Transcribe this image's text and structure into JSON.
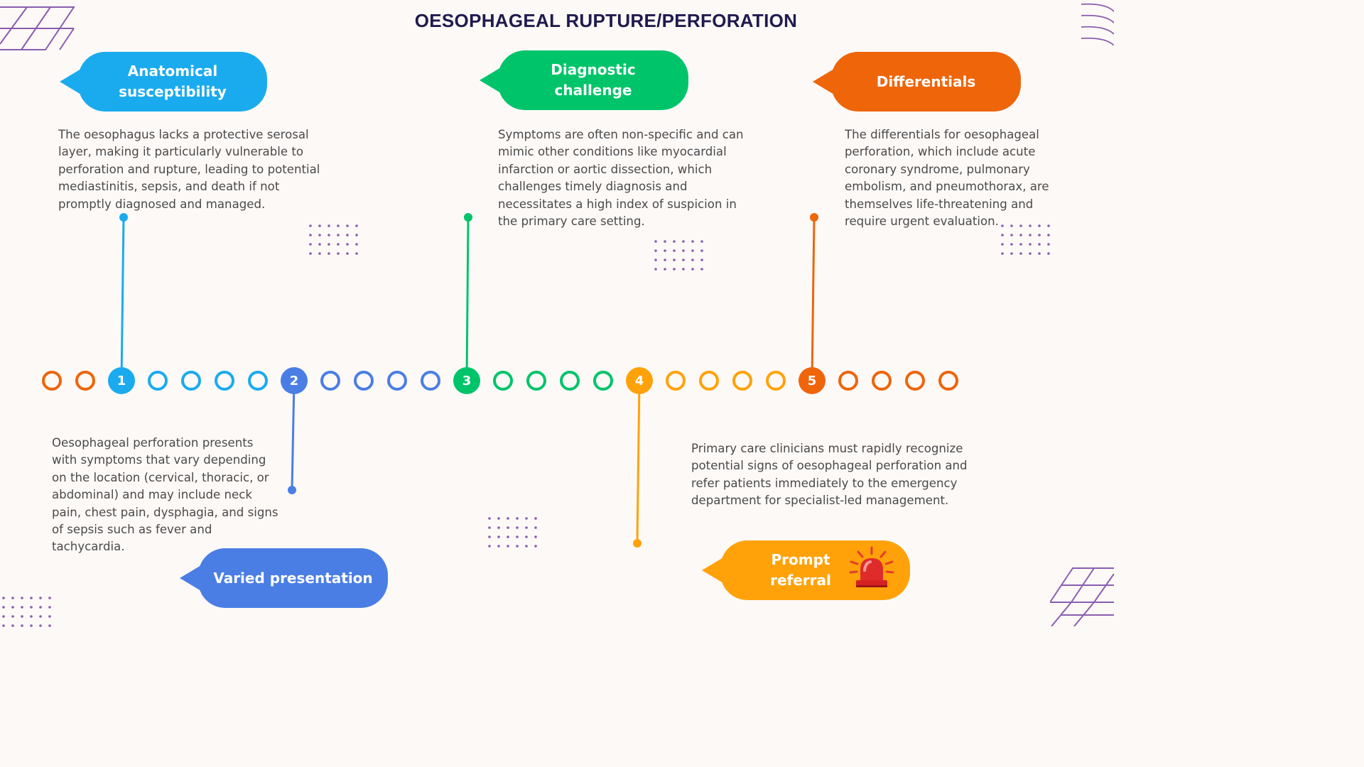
{
  "title": "OESOPHAGEAL RUPTURE/PERFORATION",
  "steps": [
    {
      "number": "1",
      "label": "Anatomical susceptibility",
      "color": "#1aabee",
      "text": " The oesophagus lacks a protective serosal layer, making it particularly vulnerable to perforation and rupture, leading to potential mediastinitis, sepsis, and death if not promptly diagnosed and managed."
    },
    {
      "number": "2",
      "label": "Varied presentation",
      "color": "#4a7ee5",
      "text": "Oesophageal perforation presents with symptoms that vary depending on the location (cervical, thoracic, or abdominal) and may include neck pain, chest pain, dysphagia, and signs of sepsis such as fever and tachycardia."
    },
    {
      "number": "3",
      "label": "Diagnostic challenge",
      "color": "#00c46a",
      "text": "Symptoms are often non-specific and can mimic other conditions like myocardial infarction or aortic dissection, which challenges timely diagnosis and necessitates a high index of suspicion in the primary care setting."
    },
    {
      "number": "4",
      "label": "Prompt referral",
      "color": "#ffa20a",
      "text": "Primary care clinicians must rapidly recognize potential signs of oesophageal perforation and refer patients immediately to the emergency department for specialist-led management."
    },
    {
      "number": "5",
      "label": "Differentials",
      "color": "#ee650a",
      "text": "The differentials for oesophageal perforation, which include acute coronary syndrome, pulmonary embolism, and pneumothorax, are themselves life-threatening and require urgent evaluation."
    }
  ],
  "decor_color": "#8a5db0",
  "siren_icon": "siren-icon"
}
